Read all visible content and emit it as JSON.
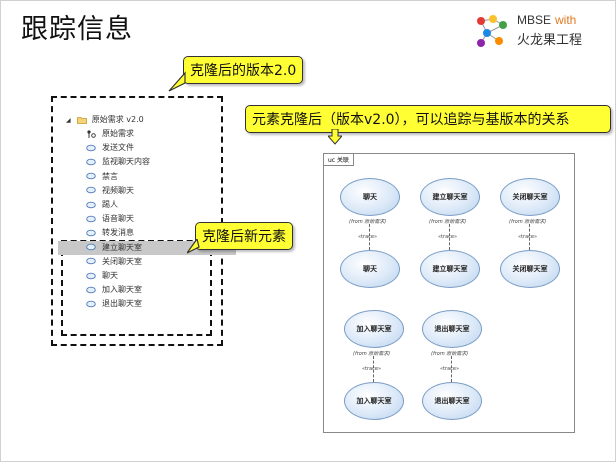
{
  "slide": {
    "title": "跟踪信息",
    "logo": {
      "brand": "MBSE",
      "with": "with",
      "org": "火龙果工程",
      "dot_colors": [
        "#e53935",
        "#fbc02d",
        "#43a047",
        "#1e88e5",
        "#8e24aa",
        "#fb8c00"
      ]
    }
  },
  "callouts": {
    "clone_version": "克隆后的版本2.0",
    "clone_trace": "元素克隆后（版本v2.0），可以追踪与基版本的关系",
    "clone_new": "克隆后新元素"
  },
  "tree": {
    "root": "原始需求 v2.0",
    "items": [
      {
        "label": "原始需求",
        "icon": "structure-icon"
      },
      {
        "label": "发送文件",
        "icon": "usecase-icon"
      },
      {
        "label": "监视聊天内容",
        "icon": "usecase-icon"
      },
      {
        "label": "禁言",
        "icon": "usecase-icon"
      },
      {
        "label": "视频聊天",
        "icon": "usecase-icon"
      },
      {
        "label": "踢人",
        "icon": "usecase-icon"
      },
      {
        "label": "语音聊天",
        "icon": "usecase-icon"
      },
      {
        "label": "转发消息",
        "icon": "usecase-icon"
      },
      {
        "label": "建立聊天室",
        "icon": "usecase-icon",
        "selected": true
      },
      {
        "label": "关闭聊天室",
        "icon": "usecase-icon"
      },
      {
        "label": "聊天",
        "icon": "usecase-icon"
      },
      {
        "label": "加入聊天室",
        "icon": "usecase-icon"
      },
      {
        "label": "退出聊天室",
        "icon": "usecase-icon"
      }
    ]
  },
  "diagram": {
    "tab": "uc 关联",
    "trace_label": "«trace»",
    "pairs": [
      {
        "top": "聊天",
        "from": "(from 原始需求)",
        "bottom": "聊天"
      },
      {
        "top": "建立聊天室",
        "from": "(from 原始需求)",
        "bottom": "建立聊天室"
      },
      {
        "top": "关闭聊天室",
        "from": "(from 原始需求)",
        "bottom": "关闭聊天室"
      },
      {
        "top": "加入聊天室",
        "from": "(from 原始需求)",
        "bottom": "加入聊天室"
      },
      {
        "top": "退出聊天室",
        "from": "(from 原始需求)",
        "bottom": "退出聊天室"
      }
    ]
  }
}
